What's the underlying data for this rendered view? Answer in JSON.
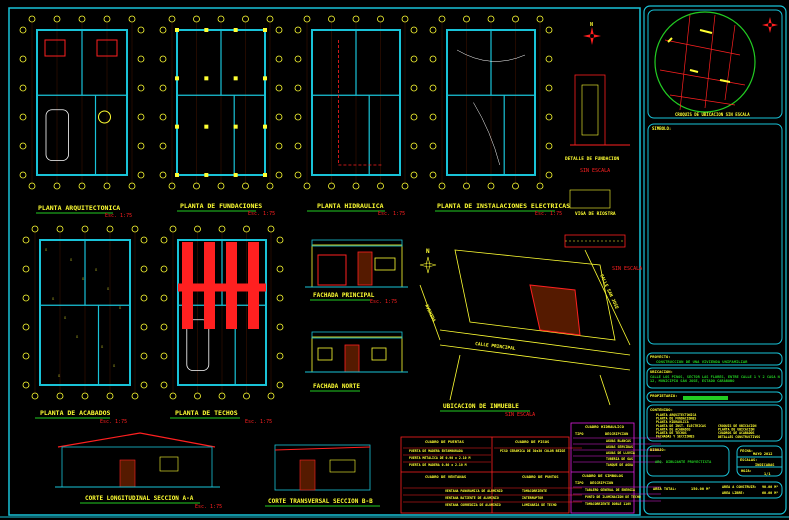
{
  "colors": {
    "frame": "#19c3d8",
    "wall": "#19c3d8",
    "text": "#ffff33",
    "red": "#ff2020",
    "green": "#22cc22",
    "magenta": "#e020e0"
  },
  "drawings": {
    "planta_arquitectonica": "PLANTA ARQUITECTONICA",
    "planta_fundaciones": "PLANTA DE FUNDACIONES",
    "planta_hidraulica": "PLANTA HIDRAULICA",
    "planta_electrica": "PLANTA DE INSTALACIONES ELECTRICAS",
    "planta_acabados": "PLANTA DE ACABADOS",
    "planta_techos": "PLANTA DE TECHOS",
    "fachada_principal": "FACHADA PRINCIPAL",
    "fachada_norte": "FACHADA NORTE",
    "ubicacion": "UBICACION DE INMUEBLE",
    "corte_aa": "CORTE LONGITUDINAL SECCION A-A",
    "corte_bb": "CORTE TRANSVERSAL SECCION B-B",
    "detalle_fundacion": "DETALLE DE FUNDACION",
    "detalle_viga": "VIGA DE RIOSTRA",
    "scale": "Esc. 1:75",
    "scale_sn": "SIN ESCALA",
    "street_1": "CALLE PRINCIPAL",
    "street_2": "AVENIDA",
    "street_3": "CALLE SAN JOSE",
    "north": "N"
  },
  "tables": {
    "puertas": {
      "title": "CUADRO DE PUERTAS",
      "rows": [
        "PUERTA DE MADERA ENTAMBORADA",
        "PUERTA METALICA DE 0.90 x 2.10 M",
        "PUERTA DE MADERA 0.80 x 2.10 M"
      ]
    },
    "pisos": {
      "title": "CUADRO DE PISOS",
      "rows": [
        "PISO CERAMICA DE 30x30 COLOR BEIGE"
      ]
    },
    "ventanas": {
      "title": "CUADRO DE VENTANAS",
      "rows": [
        "VENTANA PANORAMICA DE ALUMINIO",
        "VENTANA BATIENTE DE ALUMINIO",
        "VENTANA CORREDIZA DE ALUMINIO"
      ]
    },
    "puntos": {
      "title": "CUADRO DE PUNTOS",
      "rows": [
        "TOMACORRIENTE",
        "INTERRUPTOR",
        "LUMINARIA DE TECHO"
      ]
    },
    "hidraulico": {
      "title": "CUADRO HIDRAULICO",
      "headers": [
        "TIPO",
        "DESCRIPCION"
      ],
      "rows": [
        "AGUAS BLANCAS",
        "AGUAS SERVIDAS",
        "AGUAS DE LLUVIA",
        "TUBERIA DE GAS",
        "TANQUE DE AGUA"
      ]
    },
    "simbolos": {
      "title": "CUADRO DE SIMBOLOS",
      "headers": [
        "TIPO",
        "DESCRIPCION"
      ],
      "rows": [
        "TABLERO GENERAL DE ENERGIA",
        "PUNTO DE ILUMINACION DE TECHO",
        "TOMACORRIENTE DOBLE 110V"
      ]
    }
  },
  "title_block": {
    "location_map_caption": "CROQUIS DE UBICACION SIN ESCALA",
    "simbolo_label": "SIMBOLO:",
    "proyecto_label": "PROYECTO:",
    "proyecto_value": "CONSTRUCCION DE UNA VIVIENDA UNIFAMILIAR",
    "ubicacion_label": "UBICACION:",
    "ubicacion_value": "CALLE LOS PINOS, SECTOR LAS FLORES, ENTRE CALLE 1 Y 2 CASA N 12, MUNICIPIO SAN JOSE, ESTADO CARABOBO",
    "propietario_label": "PROPIETARIO:",
    "contenido_label": "CONTENIDO:",
    "contenido_left": [
      "PLANTA ARQUITECTONICA",
      "PLANTA DE FUNDACIONES",
      "PLANTA HIDRAULICA",
      "PLANTA DE INST. ELECTRICAS",
      "PLANTA DE ACABADOS",
      "PLANTA DE TECHOS",
      "FACHADAS Y SECCIONES"
    ],
    "contenido_right": [
      "CROQUIS DE UBICACION",
      "PLANTA DE UBICACION",
      "CUADROS DE ACABADOS",
      "DETALLES CONSTRUCTIVOS"
    ],
    "dibujo_label": "DIBUJO:",
    "dibujo_value": "ARQ. DIBUJANTE PROYECTISTA",
    "fecha_label": "FECHA:",
    "fecha_value": "MAYO 2012",
    "escalas_label": "ESCALAS:",
    "escalas_value": "INDICADAS",
    "lamina_label": "HOJA:",
    "lamina_value": "1/1",
    "area_total_label": "AREA TOTAL:",
    "area_total_value": "150.00 M²",
    "area_construir_label": "AREA A CONSTRUIR:",
    "area_construir_value": "90.00 M²",
    "area_libre_label": "AREA LIBRE:",
    "area_libre_value": "60.00 M²"
  }
}
